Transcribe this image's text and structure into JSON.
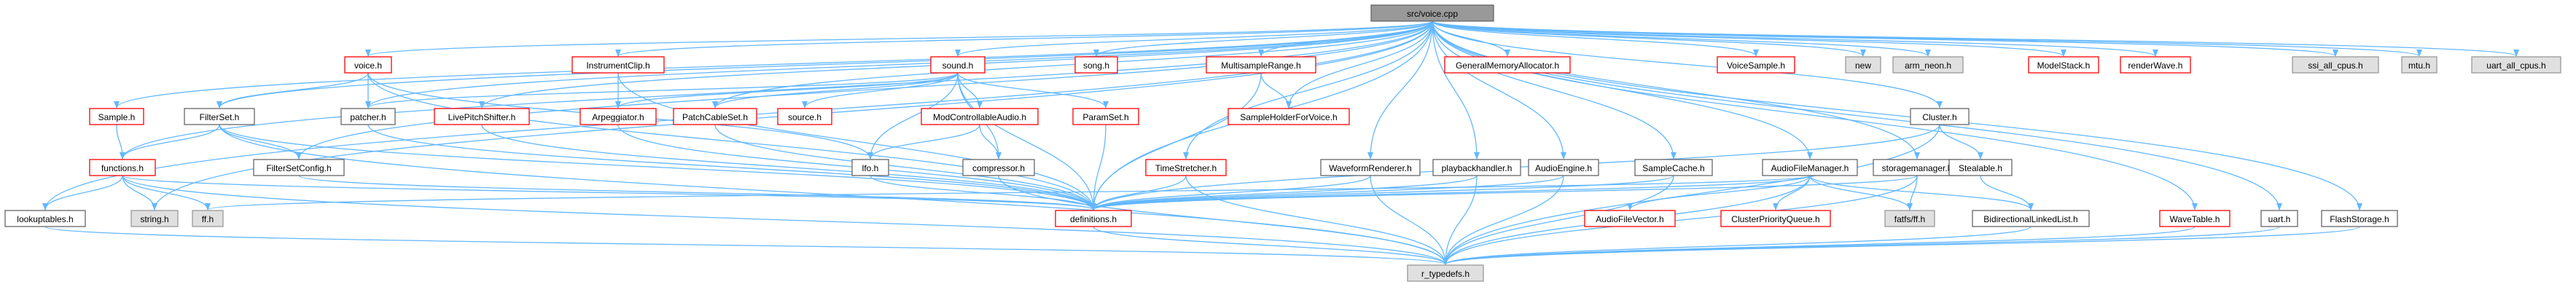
{
  "graph": {
    "root": "src/voice.cpp",
    "colors": {
      "edge": "#63b8ff",
      "arrow": "#63b8ff",
      "root_fill": "#999999",
      "root_border": "#666666",
      "documented_fill": "#ffffff",
      "documented_border": "#666666",
      "undocumented_fill": "#ffffff",
      "undocumented_border": "#ff0000",
      "external_fill": "#e0e0e0",
      "external_border": "#999999"
    },
    "nodes": [
      {
        "id": "voice_cpp",
        "label": "src/voice.cpp",
        "style": "root"
      },
      {
        "id": "voice_h",
        "label": "voice.h",
        "style": "undocumented"
      },
      {
        "id": "InstrumentClip_h",
        "label": "InstrumentClip.h",
        "style": "undocumented"
      },
      {
        "id": "sound_h",
        "label": "sound.h",
        "style": "undocumented"
      },
      {
        "id": "song_h",
        "label": "song.h",
        "style": "undocumented"
      },
      {
        "id": "MultisampleRange_h",
        "label": "MultisampleRange.h",
        "style": "undocumented"
      },
      {
        "id": "GeneralMemoryAllocator_h",
        "label": "GeneralMemoryAllocator.h",
        "style": "undocumented"
      },
      {
        "id": "VoiceSample_h",
        "label": "VoiceSample.h",
        "style": "undocumented"
      },
      {
        "id": "new",
        "label": "new",
        "style": "external"
      },
      {
        "id": "arm_neon_h",
        "label": "arm_neon.h",
        "style": "external"
      },
      {
        "id": "ModelStack_h",
        "label": "ModelStack.h",
        "style": "undocumented"
      },
      {
        "id": "renderWave_h",
        "label": "renderWave.h",
        "style": "undocumented"
      },
      {
        "id": "ssi_all_cpus_h",
        "label": "ssi_all_cpus.h",
        "style": "external"
      },
      {
        "id": "mtu_h",
        "label": "mtu.h",
        "style": "external"
      },
      {
        "id": "uart_all_cpus_h",
        "label": "uart_all_cpus.h",
        "style": "external"
      },
      {
        "id": "Sample_h",
        "label": "Sample.h",
        "style": "undocumented"
      },
      {
        "id": "FilterSet_h",
        "label": "FilterSet.h",
        "style": "documented"
      },
      {
        "id": "patcher_h",
        "label": "patcher.h",
        "style": "documented"
      },
      {
        "id": "LivePitchShifter_h",
        "label": "LivePitchShifter.h",
        "style": "undocumented"
      },
      {
        "id": "Arpeggiator_h",
        "label": "Arpeggiator.h",
        "style": "undocumented"
      },
      {
        "id": "PatchCableSet_h",
        "label": "PatchCableSet.h",
        "style": "undocumented"
      },
      {
        "id": "source_h",
        "label": "source.h",
        "style": "undocumented"
      },
      {
        "id": "ModControllableAudio_h",
        "label": "ModControllableAudio.h",
        "style": "undocumented"
      },
      {
        "id": "ParamSet_h",
        "label": "ParamSet.h",
        "style": "undocumented"
      },
      {
        "id": "SampleHolderForVoice_h",
        "label": "SampleHolderForVoice.h",
        "style": "undocumented"
      },
      {
        "id": "Cluster_h",
        "label": "Cluster.h",
        "style": "documented"
      },
      {
        "id": "functions_h",
        "label": "functions.h",
        "style": "undocumented"
      },
      {
        "id": "FilterSetConfig_h",
        "label": "FilterSetConfig.h",
        "style": "documented"
      },
      {
        "id": "lfo_h",
        "label": "lfo.h",
        "style": "documented"
      },
      {
        "id": "compressor_h",
        "label": "compressor.h",
        "style": "documented"
      },
      {
        "id": "TimeStretcher_h",
        "label": "TimeStretcher.h",
        "style": "undocumented"
      },
      {
        "id": "WaveformRenderer_h",
        "label": "WaveformRenderer.h",
        "style": "documented"
      },
      {
        "id": "playbackhandler_h",
        "label": "playbackhandler.h",
        "style": "documented"
      },
      {
        "id": "AudioEngine_h",
        "label": "AudioEngine.h",
        "style": "documented"
      },
      {
        "id": "SampleCache_h",
        "label": "SampleCache.h",
        "style": "documented"
      },
      {
        "id": "AudioFileManager_h",
        "label": "AudioFileManager.h",
        "style": "documented"
      },
      {
        "id": "storagemanager_h",
        "label": "storagemanager.h",
        "style": "documented"
      },
      {
        "id": "Stealable_h",
        "label": "Stealable.h",
        "style": "documented"
      },
      {
        "id": "lookuptables_h",
        "label": "lookuptables.h",
        "style": "documented"
      },
      {
        "id": "string_h",
        "label": "string.h",
        "style": "external"
      },
      {
        "id": "ff_h",
        "label": "ff.h",
        "style": "external"
      },
      {
        "id": "definitions_h",
        "label": "definitions.h",
        "style": "undocumented"
      },
      {
        "id": "AudioFileVector_h",
        "label": "AudioFileVector.h",
        "style": "undocumented"
      },
      {
        "id": "ClusterPriorityQueue_h",
        "label": "ClusterPriorityQueue.h",
        "style": "undocumented"
      },
      {
        "id": "fatfs_ff_h",
        "label": "fatfs/ff.h",
        "style": "external"
      },
      {
        "id": "BidirectionalLinkedList_h",
        "label": "BidirectionalLinkedList.h",
        "style": "documented"
      },
      {
        "id": "WaveTable_h",
        "label": "WaveTable.h",
        "style": "undocumented"
      },
      {
        "id": "uart_h",
        "label": "uart.h",
        "style": "documented"
      },
      {
        "id": "FlashStorage_h",
        "label": "FlashStorage.h",
        "style": "documented"
      },
      {
        "id": "r_typedefs_h",
        "label": "r_typedefs.h",
        "style": "external"
      }
    ],
    "edges": [
      [
        "voice_cpp",
        "voice_h"
      ],
      [
        "voice_cpp",
        "InstrumentClip_h"
      ],
      [
        "voice_cpp",
        "sound_h"
      ],
      [
        "voice_cpp",
        "song_h"
      ],
      [
        "voice_cpp",
        "MultisampleRange_h"
      ],
      [
        "voice_cpp",
        "GeneralMemoryAllocator_h"
      ],
      [
        "voice_cpp",
        "VoiceSample_h"
      ],
      [
        "voice_cpp",
        "new"
      ],
      [
        "voice_cpp",
        "arm_neon_h"
      ],
      [
        "voice_cpp",
        "ModelStack_h"
      ],
      [
        "voice_cpp",
        "renderWave_h"
      ],
      [
        "voice_cpp",
        "ssi_all_cpus_h"
      ],
      [
        "voice_cpp",
        "mtu_h"
      ],
      [
        "voice_cpp",
        "uart_all_cpus_h"
      ],
      [
        "voice_cpp",
        "Sample_h"
      ],
      [
        "voice_cpp",
        "FilterSet_h"
      ],
      [
        "voice_cpp",
        "patcher_h"
      ],
      [
        "voice_cpp",
        "LivePitchShifter_h"
      ],
      [
        "voice_cpp",
        "PatchCableSet_h"
      ],
      [
        "voice_cpp",
        "SampleHolderForVoice_h"
      ],
      [
        "voice_cpp",
        "Cluster_h"
      ],
      [
        "voice_cpp",
        "functions_h"
      ],
      [
        "voice_cpp",
        "FilterSetConfig_h"
      ],
      [
        "voice_cpp",
        "TimeStretcher_h"
      ],
      [
        "voice_cpp",
        "WaveformRenderer_h"
      ],
      [
        "voice_cpp",
        "playbackhandler_h"
      ],
      [
        "voice_cpp",
        "AudioEngine_h"
      ],
      [
        "voice_cpp",
        "SampleCache_h"
      ],
      [
        "voice_cpp",
        "AudioFileManager_h"
      ],
      [
        "voice_cpp",
        "storagemanager_h"
      ],
      [
        "voice_cpp",
        "WaveTable_h"
      ],
      [
        "voice_cpp",
        "uart_h"
      ],
      [
        "voice_cpp",
        "FlashStorage_h"
      ],
      [
        "voice_cpp",
        "lookuptables_h"
      ],
      [
        "voice_cpp",
        "string_h"
      ],
      [
        "voice_cpp",
        "definitions_h"
      ],
      [
        "voice_h",
        "FilterSet_h"
      ],
      [
        "voice_h",
        "patcher_h"
      ],
      [
        "voice_h",
        "lfo_h"
      ],
      [
        "voice_h",
        "definitions_h"
      ],
      [
        "InstrumentClip_h",
        "Arpeggiator_h"
      ],
      [
        "InstrumentClip_h",
        "definitions_h"
      ],
      [
        "sound_h",
        "patcher_h"
      ],
      [
        "sound_h",
        "Arpeggiator_h"
      ],
      [
        "sound_h",
        "PatchCableSet_h"
      ],
      [
        "sound_h",
        "source_h"
      ],
      [
        "sound_h",
        "ModControllableAudio_h"
      ],
      [
        "sound_h",
        "ParamSet_h"
      ],
      [
        "sound_h",
        "lfo_h"
      ],
      [
        "sound_h",
        "compressor_h"
      ],
      [
        "sound_h",
        "definitions_h"
      ],
      [
        "MultisampleRange_h",
        "SampleHolderForVoice_h"
      ],
      [
        "MultisampleRange_h",
        "definitions_h"
      ],
      [
        "Sample_h",
        "functions_h"
      ],
      [
        "FilterSet_h",
        "functions_h"
      ],
      [
        "FilterSet_h",
        "FilterSetConfig_h"
      ],
      [
        "FilterSet_h",
        "definitions_h"
      ],
      [
        "FilterSet_h",
        "r_typedefs_h"
      ],
      [
        "patcher_h",
        "definitions_h"
      ],
      [
        "LivePitchShifter_h",
        "definitions_h"
      ],
      [
        "Arpeggiator_h",
        "definitions_h"
      ],
      [
        "PatchCableSet_h",
        "definitions_h"
      ],
      [
        "ModControllableAudio_h",
        "lfo_h"
      ],
      [
        "ModControllableAudio_h",
        "compressor_h"
      ],
      [
        "ParamSet_h",
        "definitions_h"
      ],
      [
        "functions_h",
        "lookuptables_h"
      ],
      [
        "functions_h",
        "string_h"
      ],
      [
        "functions_h",
        "ff_h"
      ],
      [
        "functions_h",
        "definitions_h"
      ],
      [
        "functions_h",
        "r_typedefs_h"
      ],
      [
        "FilterSetConfig_h",
        "definitions_h"
      ],
      [
        "lfo_h",
        "definitions_h"
      ],
      [
        "compressor_h",
        "r_typedefs_h"
      ],
      [
        "TimeStretcher_h",
        "definitions_h"
      ],
      [
        "TimeStretcher_h",
        "r_typedefs_h"
      ],
      [
        "WaveformRenderer_h",
        "definitions_h"
      ],
      [
        "WaveformRenderer_h",
        "r_typedefs_h"
      ],
      [
        "playbackhandler_h",
        "definitions_h"
      ],
      [
        "playbackhandler_h",
        "r_typedefs_h"
      ],
      [
        "AudioEngine_h",
        "definitions_h"
      ],
      [
        "AudioEngine_h",
        "r_typedefs_h"
      ],
      [
        "SampleCache_h",
        "definitions_h"
      ],
      [
        "SampleCache_h",
        "r_typedefs_h"
      ],
      [
        "AudioFileManager_h",
        "ff_h"
      ],
      [
        "AudioFileManager_h",
        "definitions_h"
      ],
      [
        "AudioFileManager_h",
        "AudioFileVector_h"
      ],
      [
        "AudioFileManager_h",
        "ClusterPriorityQueue_h"
      ],
      [
        "AudioFileManager_h",
        "fatfs_ff_h"
      ],
      [
        "AudioFileManager_h",
        "BidirectionalLinkedList_h"
      ],
      [
        "AudioFileManager_h",
        "r_typedefs_h"
      ],
      [
        "storagemanager_h",
        "fatfs_ff_h"
      ],
      [
        "storagemanager_h",
        "definitions_h"
      ],
      [
        "storagemanager_h",
        "r_typedefs_h"
      ],
      [
        "Cluster_h",
        "Stealable_h"
      ],
      [
        "Cluster_h",
        "definitions_h"
      ],
      [
        "Cluster_h",
        "r_typedefs_h"
      ],
      [
        "Stealable_h",
        "BidirectionalLinkedList_h"
      ],
      [
        "BidirectionalLinkedList_h",
        "r_typedefs_h"
      ],
      [
        "WaveTable_h",
        "r_typedefs_h"
      ],
      [
        "uart_h",
        "r_typedefs_h"
      ],
      [
        "FlashStorage_h",
        "r_typedefs_h"
      ],
      [
        "lookuptables_h",
        "r_typedefs_h"
      ],
      [
        "definitions_h",
        "r_typedefs_h"
      ]
    ]
  }
}
